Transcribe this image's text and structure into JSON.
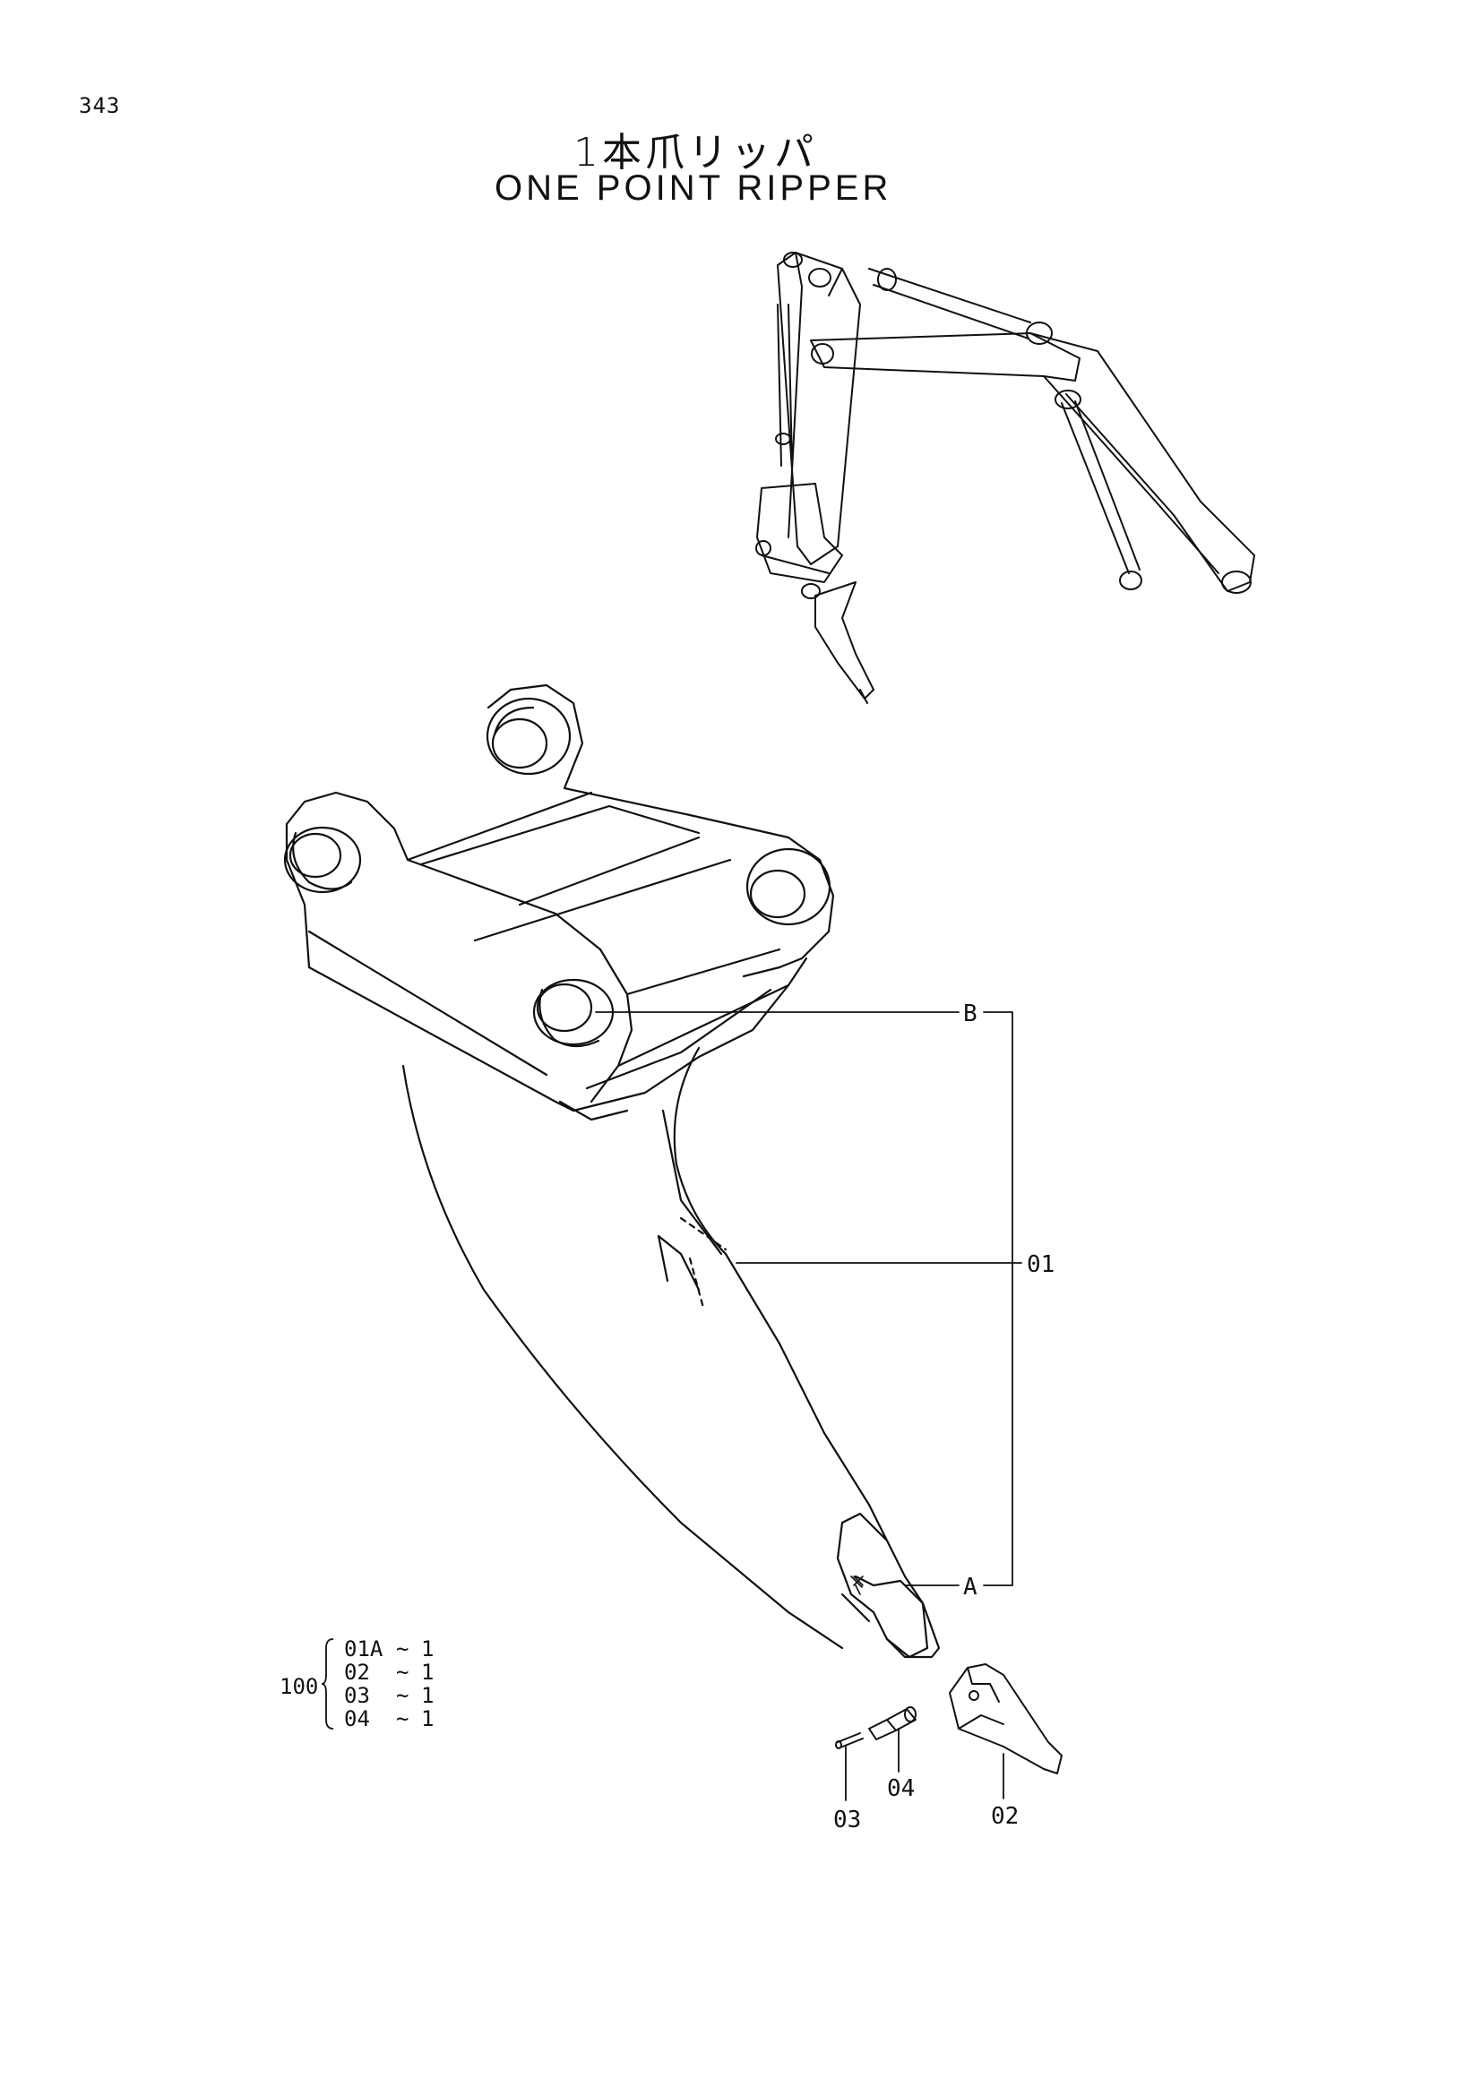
{
  "page": {
    "number": "343",
    "title_jp": "1本爪リッパ",
    "title_en": "ONE POINT RIPPER"
  },
  "callouts": {
    "b": "B",
    "a": "A",
    "p01": "01",
    "p02": "02",
    "p03": "03",
    "p04": "04"
  },
  "kit": {
    "id": "100",
    "items": [
      {
        "code": "01A",
        "qty": "1"
      },
      {
        "code": "02",
        "qty": "1"
      },
      {
        "code": "03",
        "qty": "1"
      },
      {
        "code": "04",
        "qty": "1"
      }
    ],
    "separator": "~"
  }
}
